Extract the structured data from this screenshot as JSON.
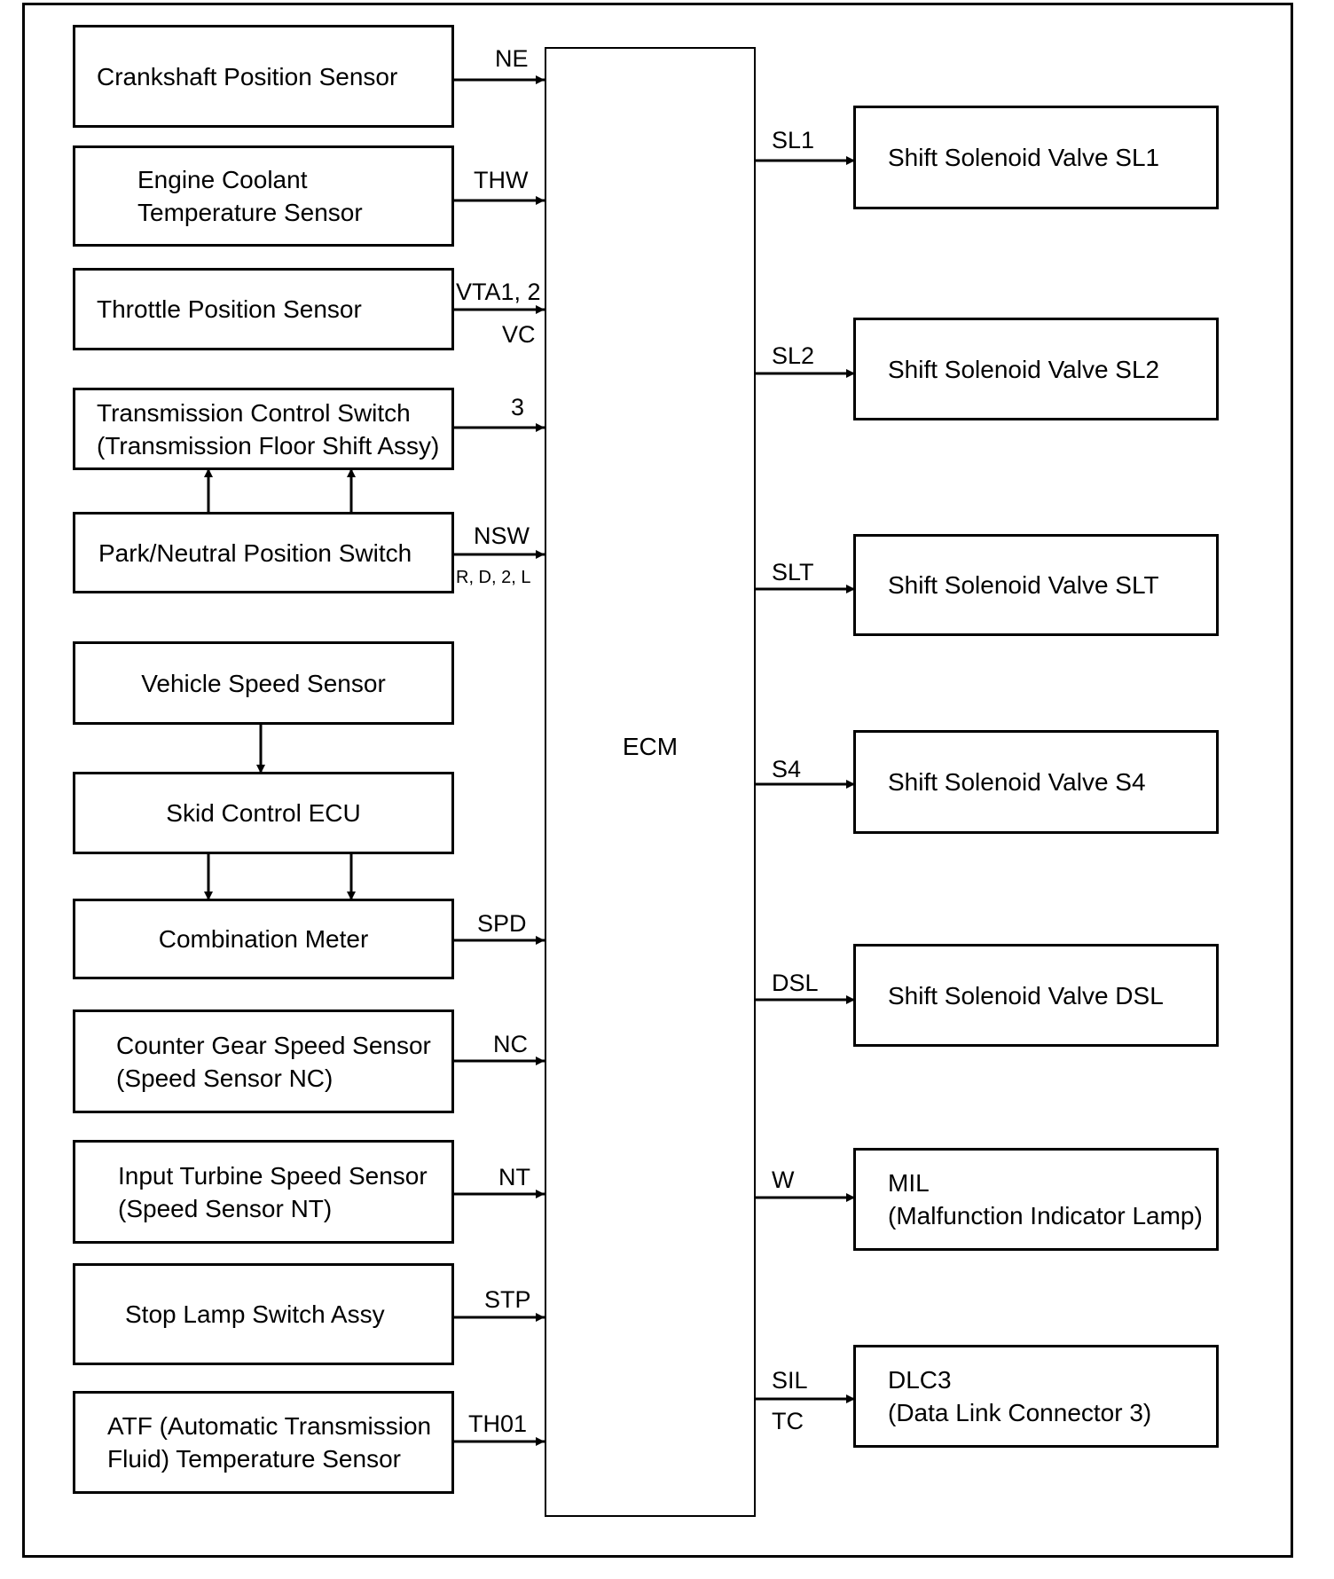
{
  "inputs": [
    {
      "lines": [
        "Crankshaft Position Sensor"
      ],
      "signals": [
        "NE"
      ]
    },
    {
      "lines": [
        "Engine Coolant",
        "Temperature Sensor"
      ],
      "signals": [
        "THW"
      ]
    },
    {
      "lines": [
        "Throttle Position Sensor"
      ],
      "signals": [
        "VTA1, 2",
        "VC"
      ]
    },
    {
      "lines": [
        "Transmission Control Switch",
        "(Transmission Floor Shift Assy)"
      ],
      "signals": [
        "3"
      ]
    },
    {
      "lines": [
        "Park/Neutral Position Switch"
      ],
      "signals": [
        "NSW",
        "R, D, 2, L"
      ]
    },
    {
      "lines": [
        "Vehicle Speed Sensor"
      ],
      "signals": []
    },
    {
      "lines": [
        "Skid Control ECU"
      ],
      "signals": []
    },
    {
      "lines": [
        "Combination Meter"
      ],
      "signals": [
        "SPD"
      ]
    },
    {
      "lines": [
        "Counter Gear Speed Sensor",
        "(Speed Sensor NC)"
      ],
      "signals": [
        "NC"
      ]
    },
    {
      "lines": [
        "Input Turbine Speed Sensor",
        "(Speed Sensor NT)"
      ],
      "signals": [
        "NT"
      ]
    },
    {
      "lines": [
        "Stop Lamp Switch Assy"
      ],
      "signals": [
        "STP"
      ]
    },
    {
      "lines": [
        "ATF (Automatic Transmission",
        "Fluid) Temperature Sensor"
      ],
      "signals": [
        "TH01"
      ]
    }
  ],
  "ecm": {
    "label": "ECM"
  },
  "outputs": [
    {
      "lines": [
        "Shift Solenoid Valve SL1"
      ],
      "signals": [
        "SL1"
      ]
    },
    {
      "lines": [
        "Shift Solenoid Valve SL2"
      ],
      "signals": [
        "SL2"
      ]
    },
    {
      "lines": [
        "Shift Solenoid Valve SLT"
      ],
      "signals": [
        "SLT"
      ]
    },
    {
      "lines": [
        "Shift Solenoid Valve S4"
      ],
      "signals": [
        "S4"
      ]
    },
    {
      "lines": [
        "Shift Solenoid Valve DSL"
      ],
      "signals": [
        "DSL"
      ]
    },
    {
      "lines": [
        "MIL",
        "(Malfunction Indicator Lamp)"
      ],
      "signals": [
        "W"
      ]
    },
    {
      "lines": [
        "DLC3",
        "(Data Link Connector 3)"
      ],
      "signals": [
        "SIL",
        "TC"
      ]
    }
  ]
}
